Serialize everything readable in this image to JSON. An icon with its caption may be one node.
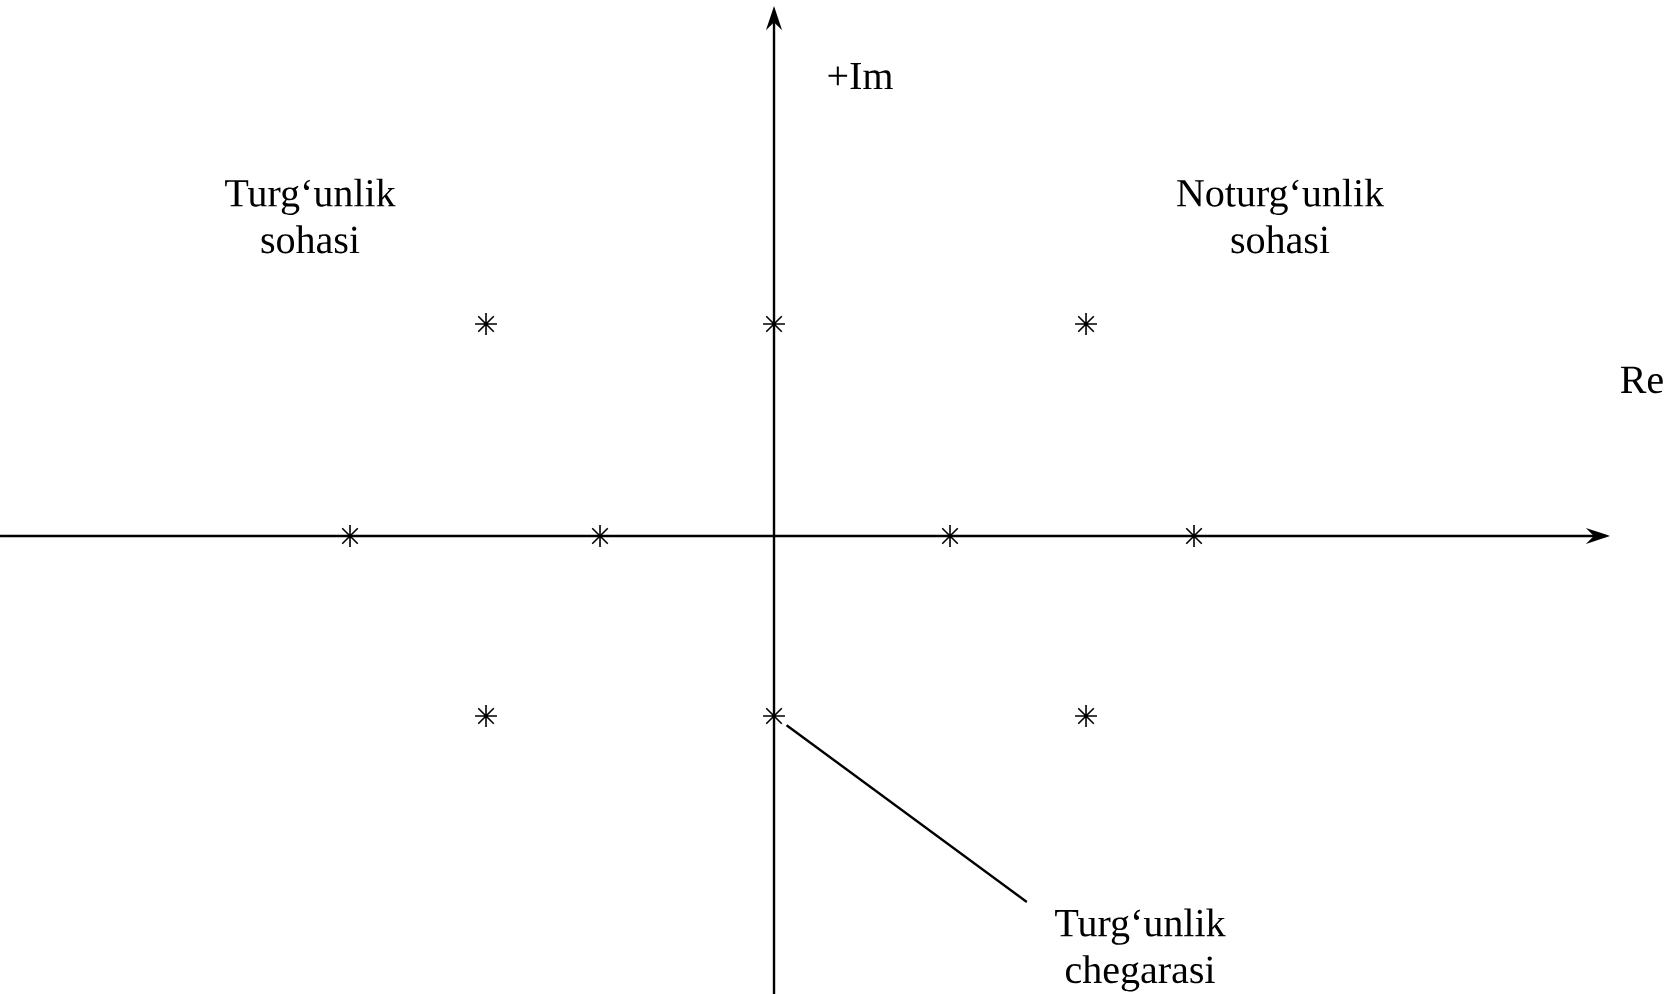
{
  "diagram": {
    "nodes": [
      {
        "text": [
          "Turg‘unlik chegarasi"
        ]
      },
      {
        "text": [],
        "shape": "star"
      }
    ],
    "edges": [
      {
        "from": 0,
        "to": 1,
        "arrow": "none"
      }
    ],
    "labels": [
      "+Im",
      "Turg‘unlik sohasi",
      "Noturg‘unlik sohasi",
      "Re"
    ]
  }
}
